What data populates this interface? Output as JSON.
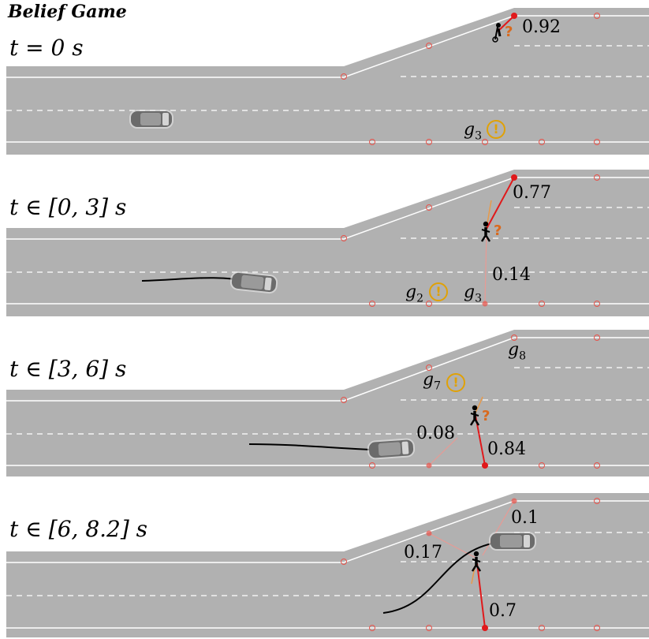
{
  "title": "Belief Game",
  "colors": {
    "road": "#b1b1b1",
    "lane_line": "#ffffff",
    "goal_marker": "#e8524a",
    "belief_line_strong": "#e0191b",
    "belief_line_weak": "#e89a94",
    "trajectory": "#000000",
    "alert": "#e0a106",
    "question": "#d96a1e"
  },
  "panels": [
    {
      "time_label": "t = 0  s",
      "probabilities": [
        "0.92"
      ],
      "goal_labels": [
        {
          "name": "g",
          "sub": "3"
        }
      ],
      "icons": [
        "scooter-icon",
        "question-icon",
        "alert-icon"
      ]
    },
    {
      "time_label": "t ∈ [0, 3]  s",
      "probabilities": [
        "0.77",
        "0.14"
      ],
      "goal_labels": [
        {
          "name": "g",
          "sub": "2"
        },
        {
          "name": "g",
          "sub": "3"
        }
      ],
      "icons": [
        "pedestrian-icon",
        "question-icon",
        "alert-icon",
        "car-icon"
      ]
    },
    {
      "time_label": "t ∈ [3, 6]  s",
      "probabilities": [
        "0.08",
        "0.84"
      ],
      "goal_labels": [
        {
          "name": "g",
          "sub": "8"
        },
        {
          "name": "g",
          "sub": "7"
        }
      ],
      "icons": [
        "pedestrian-icon",
        "question-icon",
        "alert-icon",
        "car-icon"
      ]
    },
    {
      "time_label": "t ∈ [6, 8.2]  s",
      "probabilities": [
        "0.1",
        "0.17",
        "0.7"
      ],
      "goal_labels": [],
      "icons": [
        "pedestrian-icon",
        "car-icon"
      ]
    }
  ]
}
